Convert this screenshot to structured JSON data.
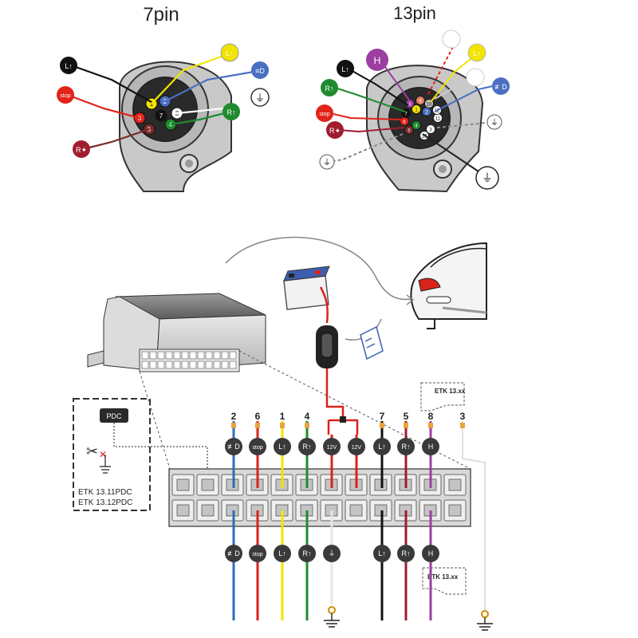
{
  "headings": {
    "seven_pin": "7pin",
    "thirteen_pin": "13pin"
  },
  "symbols": {
    "left_turn": "L↑",
    "right_turn": "R↑",
    "stop": "stop",
    "tail_light": "≡D",
    "fog_light": "≢D",
    "reverse": "R✦",
    "ground": "⏚",
    "v12": "12V",
    "trailer_socket_power": "H"
  },
  "seven_pin_socket": {
    "pins": [
      {
        "number": "1",
        "color": "#f2e600"
      },
      {
        "number": "2",
        "color": "#4a6fc2"
      },
      {
        "number": "3",
        "color": "#ffffff"
      },
      {
        "number": "4",
        "color": "#1f8a2e"
      },
      {
        "number": "5",
        "color": "#7b2a2a"
      },
      {
        "number": "6",
        "color": "#e2231a"
      },
      {
        "number": "7",
        "color": "#111111"
      }
    ]
  },
  "thirteen_pin_socket": {
    "pins": [
      {
        "number": "1",
        "color": "#f2e600"
      },
      {
        "number": "2",
        "color": "#4a6fc2"
      },
      {
        "number": "3",
        "color": "#ffffff"
      },
      {
        "number": "4",
        "color": "#1f8a2e"
      },
      {
        "number": "5",
        "color": "#7b2a2a"
      },
      {
        "number": "6",
        "color": "#e2231a"
      },
      {
        "number": "7",
        "color": "#111111"
      },
      {
        "number": "8",
        "color": "#9b3fa0"
      },
      {
        "number": "9",
        "color": "#e07a5f"
      },
      {
        "number": "10",
        "color": "#bbbbbb"
      },
      {
        "number": "11",
        "color": "#ffffff"
      },
      {
        "number": "12",
        "color": "#ffffff"
      },
      {
        "number": "13",
        "color": "#ffffff"
      }
    ]
  },
  "connector_columns": [
    {
      "number": "2",
      "top_symbol": "≢D",
      "bottom_symbol": "≢D",
      "color": "#2f6db5"
    },
    {
      "number": "6",
      "top_symbol": "stop",
      "bottom_symbol": "stop",
      "color": "#d8231a"
    },
    {
      "number": "1",
      "top_symbol": "L↑",
      "bottom_symbol": "L↑",
      "color": "#f0e400"
    },
    {
      "number": "4",
      "top_symbol": "R↑",
      "bottom_symbol": "R↑",
      "color": "#1f8a2e"
    },
    {
      "number": "",
      "top_symbol": "12V",
      "bottom_symbol": "⏚",
      "color": "#d8231a"
    },
    {
      "number": "",
      "top_symbol": "12V",
      "bottom_symbol": "",
      "color": "#d8231a"
    },
    {
      "number": "7",
      "top_symbol": "L↑",
      "bottom_symbol": "L↑",
      "color": "#111111"
    },
    {
      "number": "5",
      "top_symbol": "R↑",
      "bottom_symbol": "R↑",
      "color": "#a01d2e"
    },
    {
      "number": "8",
      "top_symbol": "H",
      "bottom_symbol": "H",
      "color": "#9b3fa0"
    },
    {
      "number": "3",
      "top_symbol": "",
      "bottom_symbol": "",
      "color": "#e0e0e0"
    }
  ],
  "labels": {
    "pdc": "PDC",
    "etk_pdc_line1": "ETK 13.11PDC",
    "etk_pdc_line2": "ETK 13.12PDC",
    "etk_13xx_top": "ETK 13.xx",
    "etk_13xx_bottom": "ETK 13.xx"
  }
}
